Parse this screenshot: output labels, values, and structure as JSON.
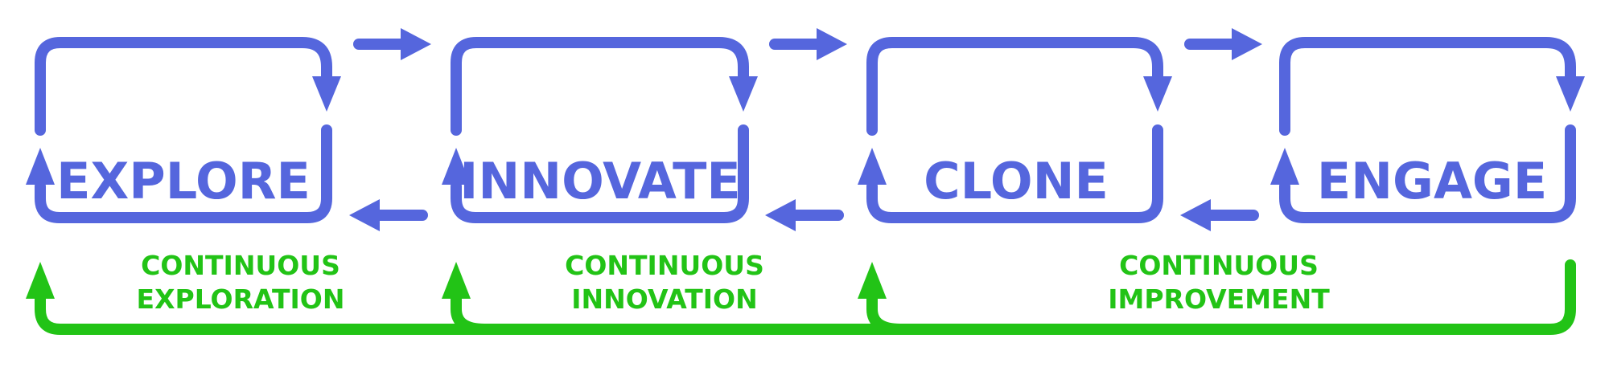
{
  "stages": [
    {
      "label": "EXPLORE"
    },
    {
      "label": "INNOVATE"
    },
    {
      "label": "CLONE"
    },
    {
      "label": "ENGAGE"
    }
  ],
  "feedback_loops": [
    {
      "line1": "CONTINUOUS",
      "line2": "EXPLORATION"
    },
    {
      "line1": "CONTINUOUS",
      "line2": "INNOVATION"
    },
    {
      "line1": "CONTINUOUS",
      "line2": "IMPROVEMENT"
    }
  ],
  "colors": {
    "stage_cycle": "#5566DD",
    "feedback": "#22C316"
  }
}
